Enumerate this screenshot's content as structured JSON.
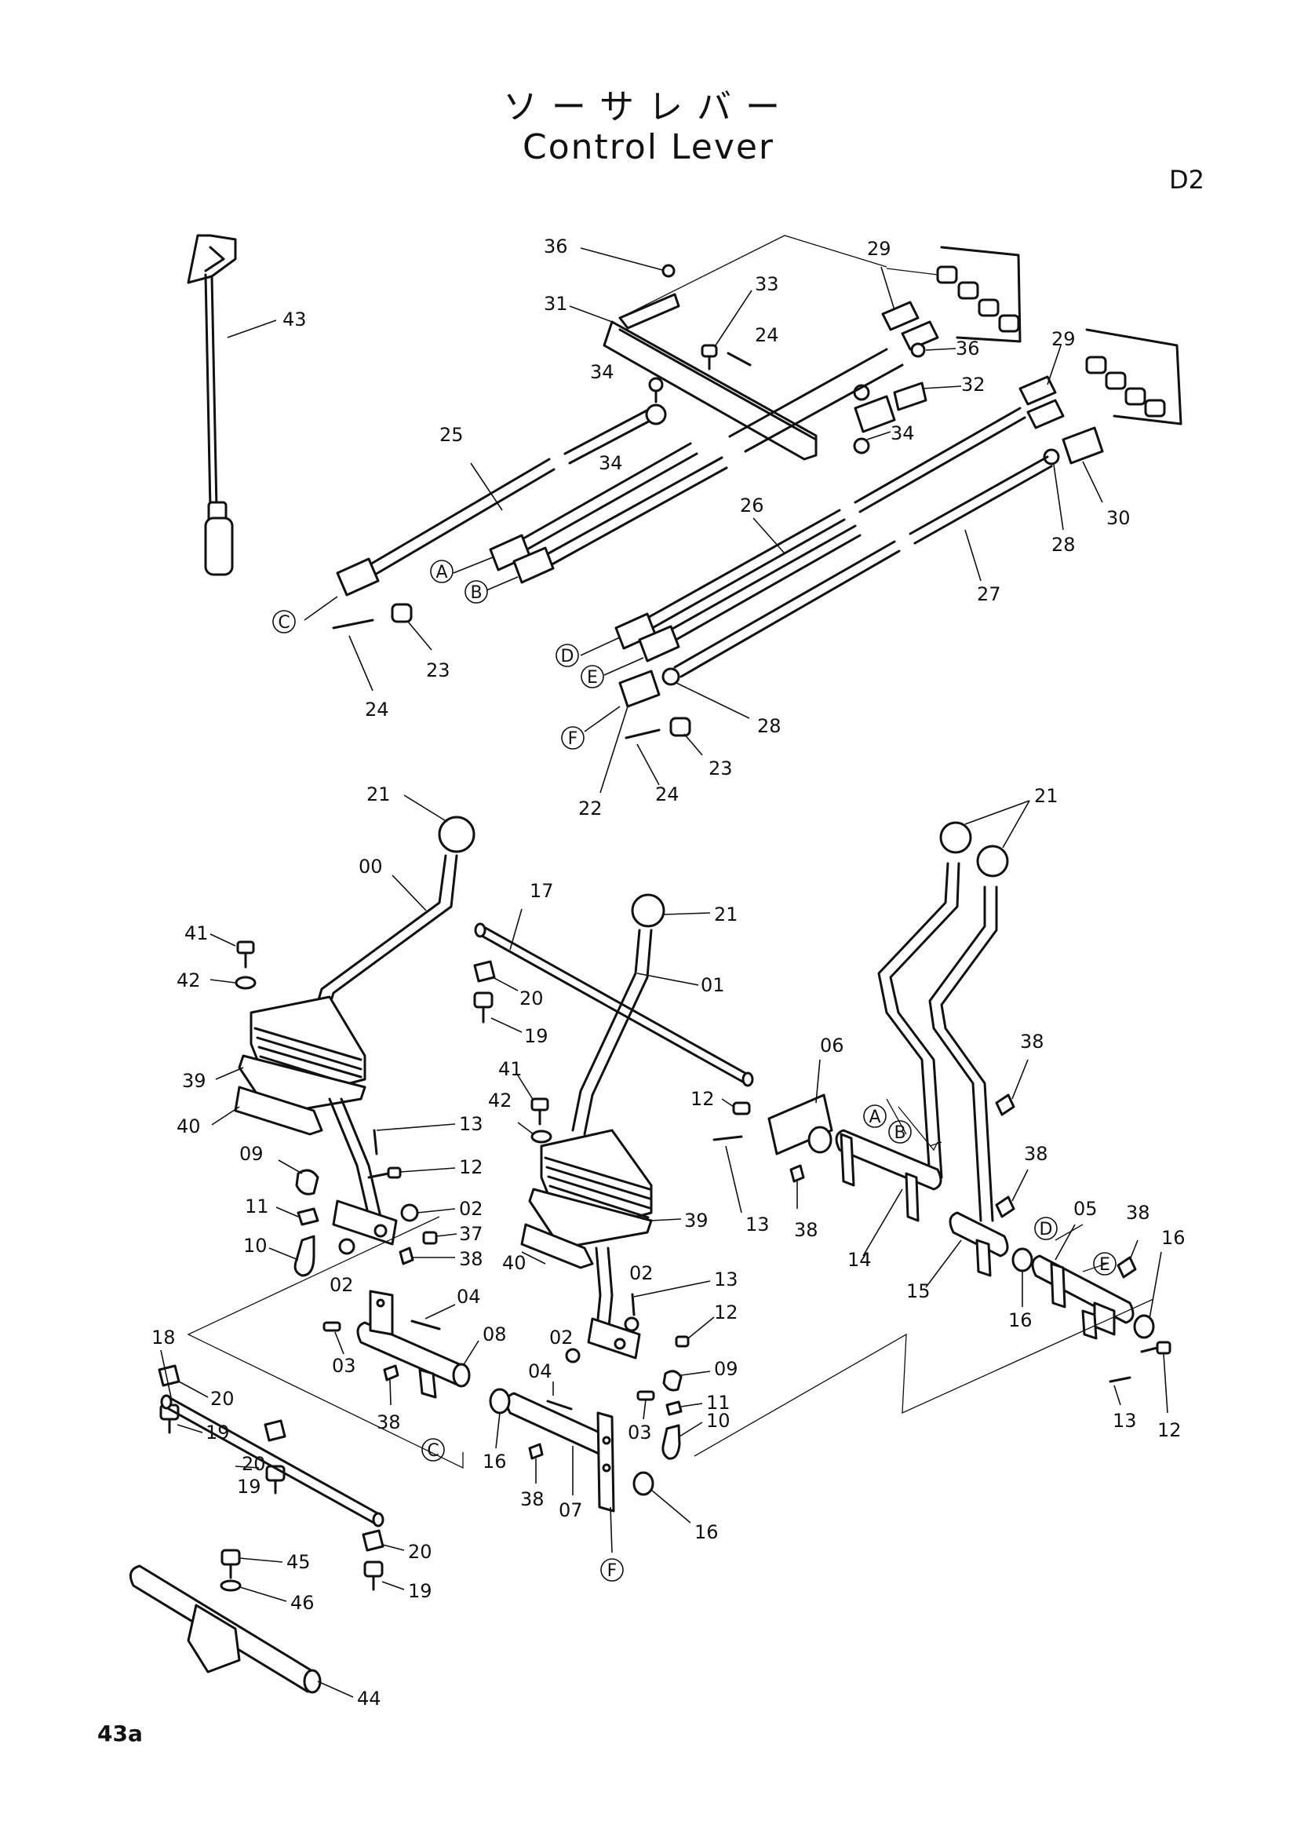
{
  "header": {
    "title_ja": "ソーサレバー",
    "title_en": "Control Lever",
    "section": "D2"
  },
  "footer": {
    "page": "43a"
  },
  "reference_letters": [
    "A",
    "B",
    "C",
    "D",
    "E",
    "F"
  ],
  "part_labels": {
    "p00": "00",
    "p01": "01",
    "p02": "02",
    "p03": "03",
    "p04": "04",
    "p05": "05",
    "p06": "06",
    "p07": "07",
    "p08": "08",
    "p09": "09",
    "p10": "10",
    "p11": "11",
    "p12": "12",
    "p13": "13",
    "p14": "14",
    "p15": "15",
    "p16": "16",
    "p17": "17",
    "p18": "18",
    "p19": "19",
    "p20": "20",
    "p21": "21",
    "p22": "22",
    "p23": "23",
    "p24": "24",
    "p25": "25",
    "p26": "26",
    "p27": "27",
    "p28": "28",
    "p29": "29",
    "p30": "30",
    "p31": "31",
    "p32": "32",
    "p33": "33",
    "p34": "34",
    "p36": "36",
    "p37": "37",
    "p38": "38",
    "p39": "39",
    "p40": "40",
    "p41": "41",
    "p42": "42",
    "p43": "43",
    "p44": "44",
    "p45": "45",
    "p46": "46"
  }
}
